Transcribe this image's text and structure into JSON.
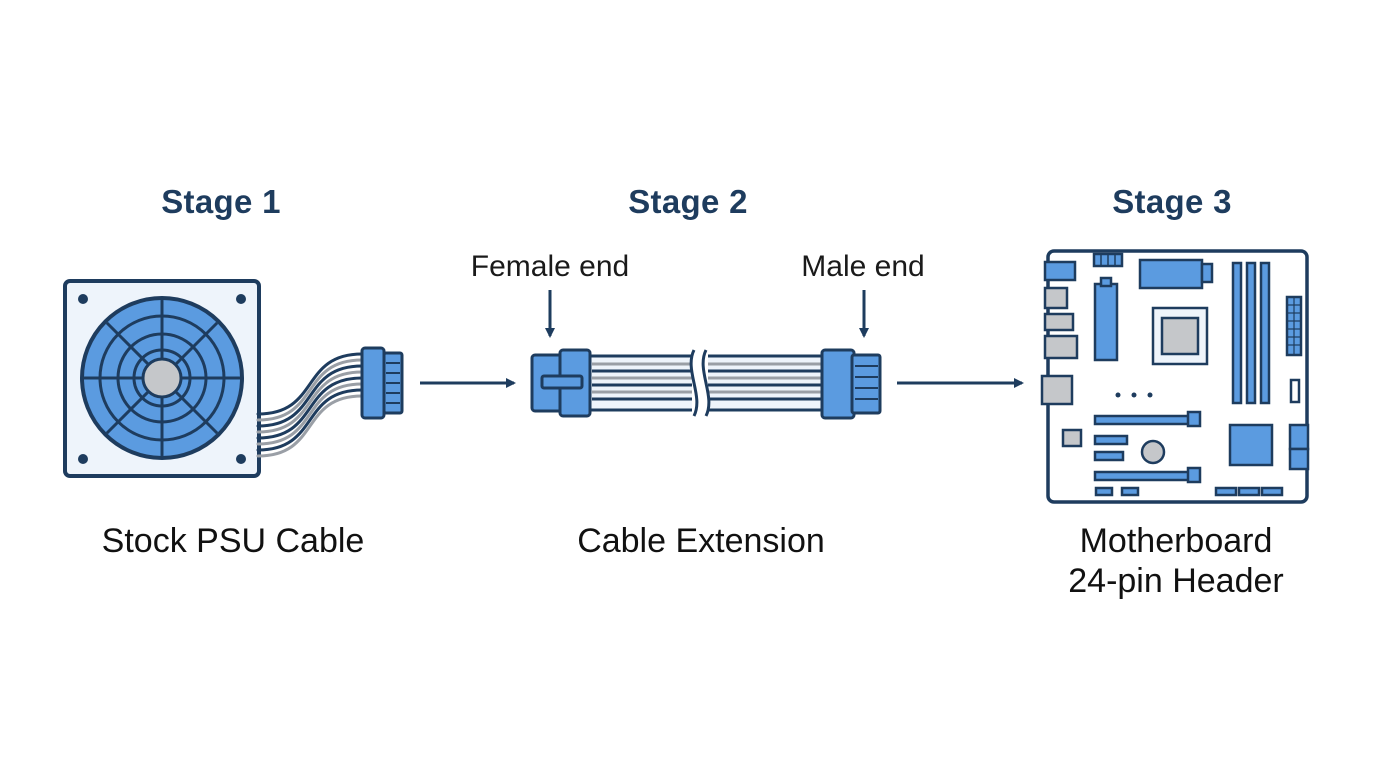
{
  "stages": [
    {
      "title": "Stage 1",
      "caption_lines": [
        "Stock PSU Cable"
      ]
    },
    {
      "title": "Stage 2",
      "caption_lines": [
        "Cable Extension"
      ]
    },
    {
      "title": "Stage 3",
      "caption_lines": [
        "Motherboard",
        "24-pin Header"
      ]
    }
  ],
  "labels": {
    "female_end": "Female end",
    "male_end": "Male end"
  },
  "colors": {
    "outline": "#1e3c5e",
    "fill_blue": "#5b9be0",
    "fill_light": "#eef4fb",
    "wire_gray": "#9a9fa6",
    "chip_gray": "#c5c7ca",
    "text_dark": "#111111"
  },
  "icons": [
    "psu-fan-icon",
    "cable-connector-icon",
    "motherboard-icon",
    "arrow-right-icon",
    "arrow-down-icon"
  ]
}
